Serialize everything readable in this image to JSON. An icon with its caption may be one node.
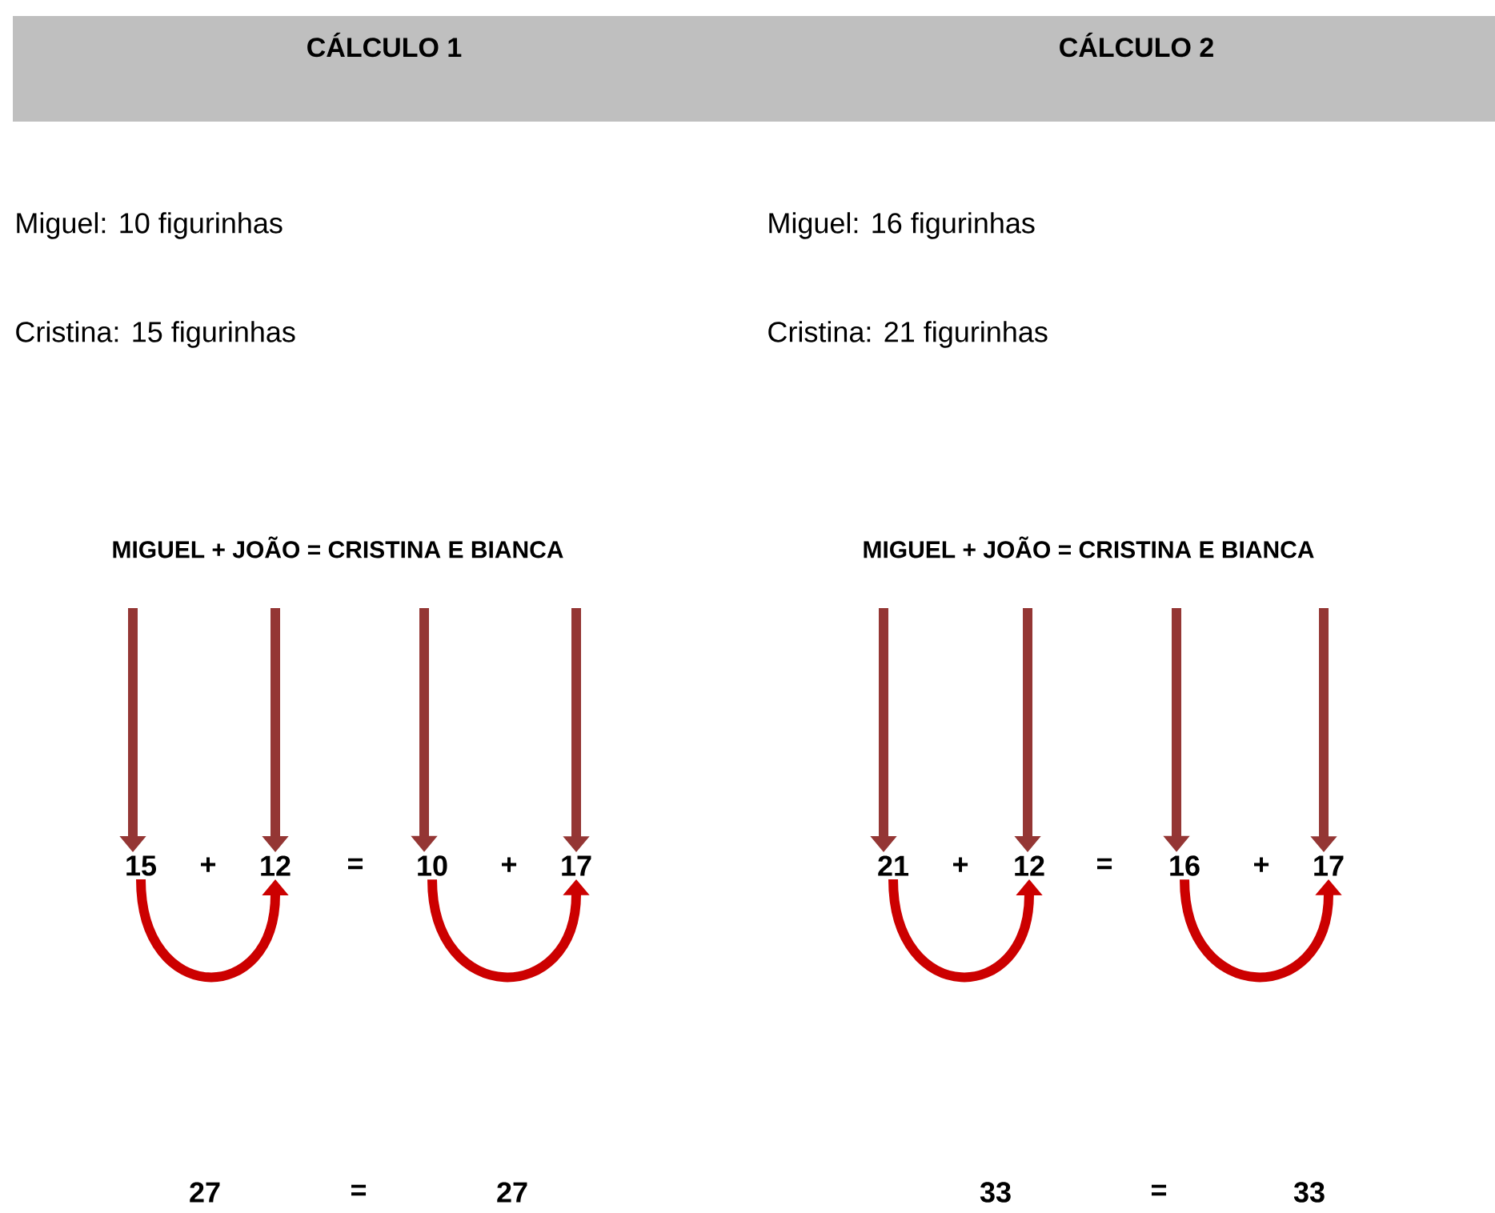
{
  "diagram": {
    "nodes": [
      {
        "text": [
          "15"
        ]
      },
      {
        "text": [
          "12"
        ]
      },
      {
        "text": [
          "10"
        ]
      },
      {
        "text": [
          "17"
        ]
      },
      {
        "text": [
          "21"
        ]
      },
      {
        "text": [
          "12"
        ]
      },
      {
        "text": [
          "16"
        ]
      },
      {
        "text": [
          "17"
        ]
      }
    ],
    "edges": [
      {
        "from": null,
        "to": 0,
        "arrow": "to"
      },
      {
        "from": null,
        "to": 1,
        "arrow": "to"
      },
      {
        "from": null,
        "to": 2,
        "arrow": "to"
      },
      {
        "from": null,
        "to": 3,
        "arrow": "to"
      },
      {
        "from": null,
        "to": 4,
        "arrow": "to"
      },
      {
        "from": null,
        "to": 5,
        "arrow": "to"
      },
      {
        "from": null,
        "to": 6,
        "arrow": "to"
      },
      {
        "from": null,
        "to": 7,
        "arrow": "to"
      },
      {
        "from": 0,
        "to": 1,
        "arrow": "to",
        "color": "#cc0000"
      },
      {
        "from": 2,
        "to": 3,
        "arrow": "to",
        "color": "#cc0000"
      },
      {
        "from": 4,
        "to": 5,
        "arrow": "to",
        "color": "#cc0000"
      },
      {
        "from": 6,
        "to": 7,
        "arrow": "to",
        "color": "#cc0000"
      }
    ],
    "labels": [
      "CÁLCULO 1",
      "CÁLCULO 2",
      "Miguel: 10 figurinhas",
      "Miguel: 16 figurinhas",
      "Cristina: 15 figurinhas",
      "Cristina: 21 figurinhas",
      "MIGUEL + JOÃO = CRISTINA E BIANCA",
      "MIGUEL + JOÃO = CRISTINA E BIANCA",
      "+",
      "=",
      "+",
      "+",
      "=",
      "+",
      "27",
      "=",
      "27",
      "33",
      "=",
      "33"
    ]
  }
}
